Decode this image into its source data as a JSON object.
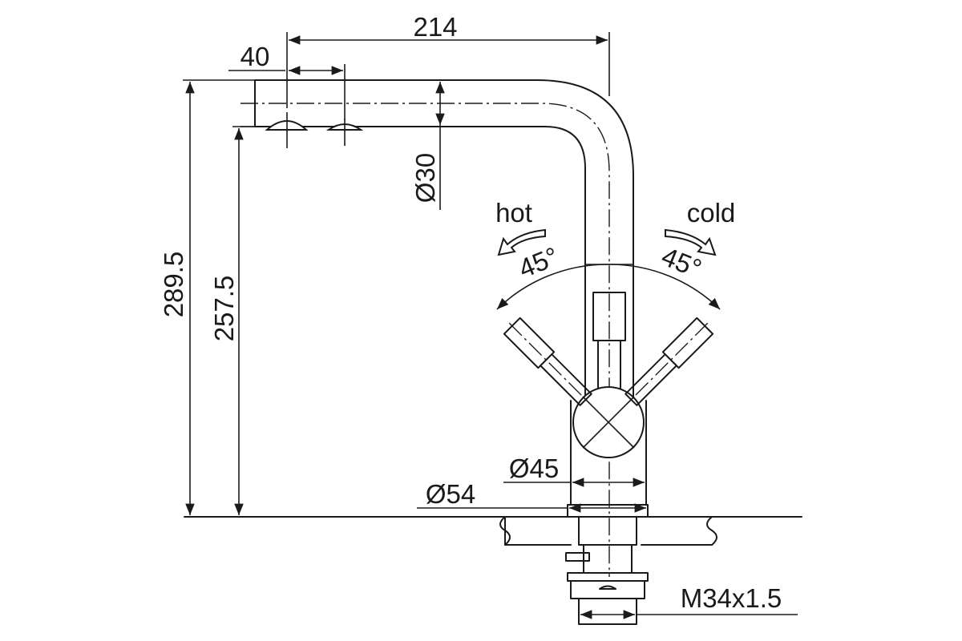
{
  "diagram": {
    "dimensions": {
      "total_reach": "214",
      "aerator_offset": "40",
      "total_height": "289.5",
      "spout_height": "257.5",
      "spout_diameter": "Ø30",
      "body_diameter": "Ø45",
      "base_diameter": "Ø54",
      "thread": "M34x1.5"
    },
    "handles": {
      "hot_label": "hot",
      "cold_label": "cold",
      "hot_angle": "45°",
      "cold_angle": "45°"
    }
  }
}
